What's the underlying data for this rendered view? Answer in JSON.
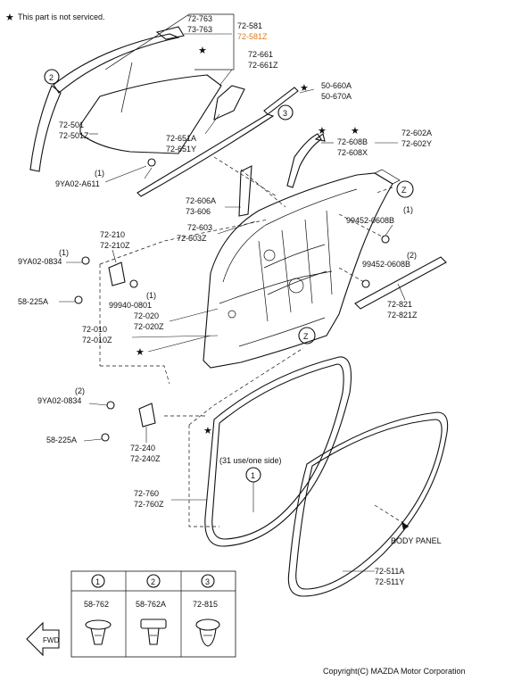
{
  "note": "This part is not serviced.",
  "star": "★",
  "copyright": "Copyright(C) MAZDA Motor Corporation",
  "fwd": "FWD",
  "body_panel": "BODY PANEL",
  "use_note": "(31 use/one side)",
  "callouts": {
    "c1": "1",
    "c2": "2",
    "c3": "3",
    "z": "Z"
  },
  "labels": {
    "p72763": "72-763",
    "p73763": "73-763",
    "p72581": "72-581",
    "p72581z": "72-581Z",
    "p72661": "72-661",
    "p72661z": "72-661Z",
    "p50660a": "50-660A",
    "p50670a": "50-670A",
    "p72501": "72-501",
    "p72501z": "72-501Z",
    "p72651a": "72-651A",
    "p72651y": "72-651Y",
    "q1a": "(1)",
    "p9ya02a611": "9YA02-A611",
    "p72602a": "72-602A",
    "p72602y": "72-602Y",
    "p72608b": "72-608B",
    "p72608x": "72-608X",
    "p72606a": "72-606A",
    "p73606": "73-606",
    "p72603": "72-603",
    "p72603z": "72-603Z",
    "q1b": "(1)",
    "p994520608b_a": "99452-0608B",
    "q2a": "(2)",
    "p994520608b_b": "99452-0608B",
    "p72210": "72-210",
    "p72210z": "72-210Z",
    "q1c": "(1)",
    "p9ya020834_a": "9YA02-0834",
    "p58225a_a": "58-225A",
    "q1d": "(1)",
    "p999400801": "99940-0801",
    "p72020": "72-020",
    "p72020z": "72-020Z",
    "p72010": "72-010",
    "p72010z": "72-010Z",
    "p72821": "72-821",
    "p72821z": "72-821Z",
    "q2b": "(2)",
    "p9ya020834_b": "9YA02-0834",
    "p58225a_b": "58-225A",
    "p72240": "72-240",
    "p72240z": "72-240Z",
    "p72760": "72-760",
    "p72760z": "72-760Z",
    "p72511a": "72-511A",
    "p72511y": "72-511Y"
  },
  "legend": {
    "col1": {
      "num": "1",
      "part": "58-762"
    },
    "col2": {
      "num": "2",
      "part": "58-762A"
    },
    "col3": {
      "num": "3",
      "part": "72-815"
    }
  },
  "colors": {
    "highlight": "#e07a1f"
  }
}
